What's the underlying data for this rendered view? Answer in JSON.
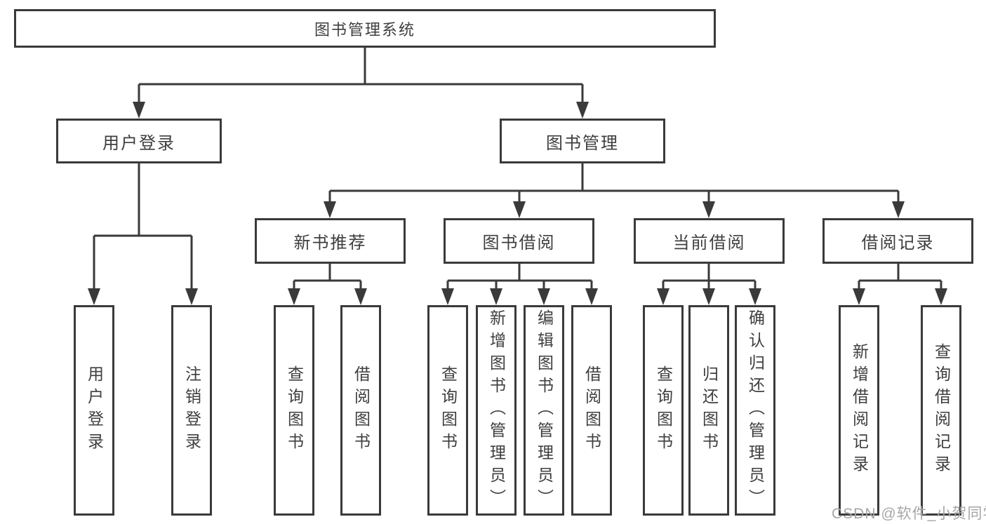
{
  "tree": {
    "label": "图书管理系统",
    "children": [
      {
        "label": "用户登录",
        "children": [
          {
            "label": "用户登录"
          },
          {
            "label": "注销登录"
          }
        ]
      },
      {
        "label": "图书管理",
        "children": [
          {
            "label": "新书推荐",
            "children": [
              {
                "label": "查询图书"
              },
              {
                "label": "借阅图书"
              }
            ]
          },
          {
            "label": "图书借阅",
            "children": [
              {
                "label": "查询图书"
              },
              {
                "label": "新增图书（管理员）"
              },
              {
                "label": "编辑图书（管理员）"
              },
              {
                "label": "借阅图书"
              }
            ]
          },
          {
            "label": "当前借阅",
            "children": [
              {
                "label": "查询图书"
              },
              {
                "label": "归还图书"
              },
              {
                "label": "确认归还（管理员）"
              }
            ]
          },
          {
            "label": "借阅记录",
            "children": [
              {
                "label": "新增借阅记录"
              },
              {
                "label": "查询借阅记录"
              }
            ]
          }
        ]
      }
    ]
  },
  "watermark": "CSDN @软件_小贺同学",
  "colors": {
    "line": "#3a3a3a",
    "text": "#3e3e3e",
    "watermark": "#a6a6a6",
    "background": "#ffffff"
  }
}
